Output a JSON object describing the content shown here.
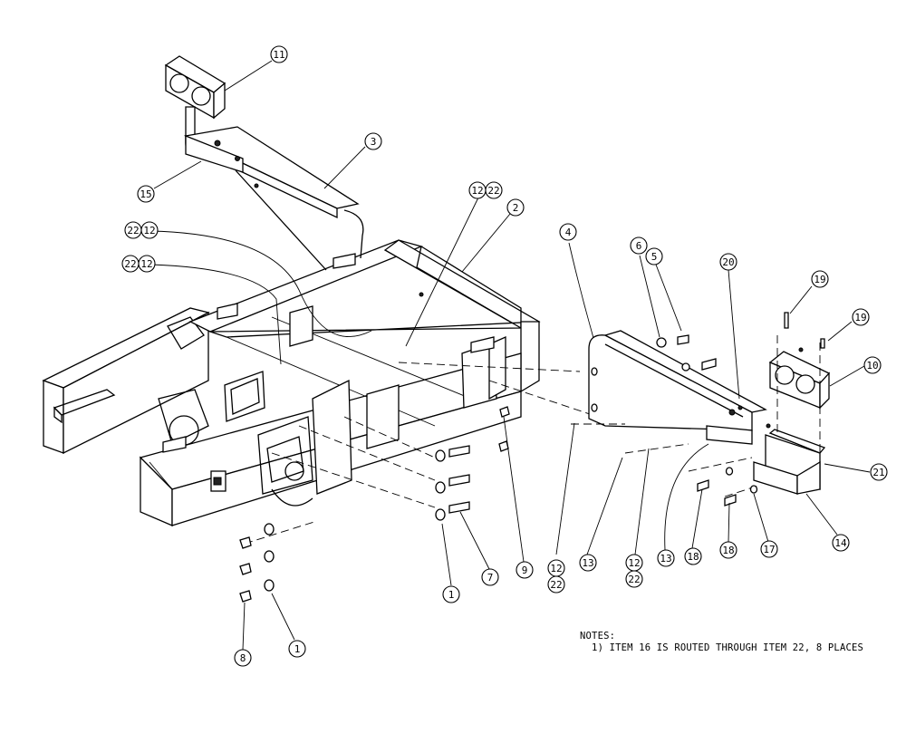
{
  "callouts": [
    {
      "id": "c11",
      "text": "11"
    },
    {
      "id": "c3",
      "text": "3"
    },
    {
      "id": "c15",
      "text": "15"
    },
    {
      "id": "c12a",
      "text": "12"
    },
    {
      "id": "c22a",
      "text": "22"
    },
    {
      "id": "c2",
      "text": "2"
    },
    {
      "id": "c22b",
      "text": "22"
    },
    {
      "id": "c12b",
      "text": "12"
    },
    {
      "id": "c22c",
      "text": "22"
    },
    {
      "id": "c12c",
      "text": "12"
    },
    {
      "id": "c4",
      "text": "4"
    },
    {
      "id": "c6",
      "text": "6"
    },
    {
      "id": "c5",
      "text": "5"
    },
    {
      "id": "c20",
      "text": "20"
    },
    {
      "id": "c19a",
      "text": "19"
    },
    {
      "id": "c19b",
      "text": "19"
    },
    {
      "id": "c10",
      "text": "10"
    },
    {
      "id": "c21",
      "text": "21"
    },
    {
      "id": "c14",
      "text": "14"
    },
    {
      "id": "c17",
      "text": "17"
    },
    {
      "id": "c18a",
      "text": "18"
    },
    {
      "id": "c18b",
      "text": "18"
    },
    {
      "id": "c13a",
      "text": "13"
    },
    {
      "id": "c13b",
      "text": "13"
    },
    {
      "id": "c12d",
      "text": "12"
    },
    {
      "id": "c22d",
      "text": "22"
    },
    {
      "id": "c12e",
      "text": "12"
    },
    {
      "id": "c22e",
      "text": "22"
    },
    {
      "id": "c9",
      "text": "9"
    },
    {
      "id": "c7",
      "text": "7"
    },
    {
      "id": "c1a",
      "text": "1"
    },
    {
      "id": "c1b",
      "text": "1"
    },
    {
      "id": "c8",
      "text": "8"
    }
  ],
  "notes": {
    "heading": "NOTES:",
    "line1": "  1) ITEM 16 IS ROUTED THROUGH ITEM 22, 8 PLACES"
  }
}
